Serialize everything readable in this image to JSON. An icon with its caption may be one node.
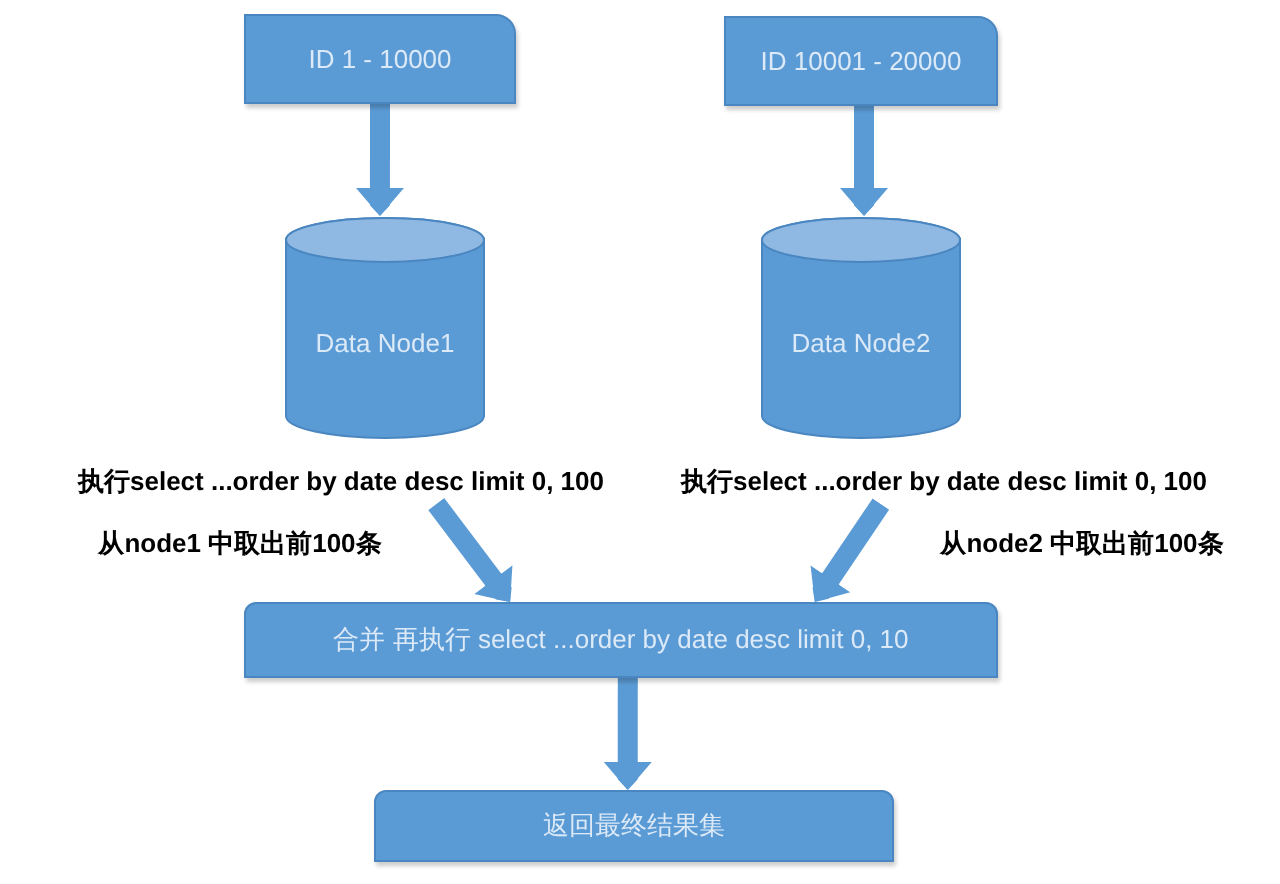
{
  "diagram": {
    "nodes": [
      {
        "text": [
          "ID  1 - 10000"
        ]
      },
      {
        "text": [
          "ID  10001 - 20000"
        ]
      },
      {
        "text": [
          "Data Node1"
        ]
      },
      {
        "text": [
          "Data Node2"
        ]
      },
      {
        "text": [
          "执行select ...order by date desc limit 0, 100"
        ]
      },
      {
        "text": [
          "执行select ...order by date desc limit 0, 100"
        ]
      },
      {
        "text": [
          "合并 再执行 select ...order by date desc limit 0, 10"
        ]
      },
      {
        "text": [
          "返回最终结果集"
        ]
      }
    ],
    "edges": [
      {
        "from": 0,
        "to": 2,
        "arrow": "to"
      },
      {
        "from": 1,
        "to": 3,
        "arrow": "to"
      },
      {
        "from": 4,
        "to": 6,
        "arrow": "to",
        "label": "从node1 中取出前100条"
      },
      {
        "from": 5,
        "to": 6,
        "arrow": "to",
        "label": "从node2 中取出前100条"
      },
      {
        "from": 6,
        "to": 7,
        "arrow": "to"
      }
    ]
  }
}
